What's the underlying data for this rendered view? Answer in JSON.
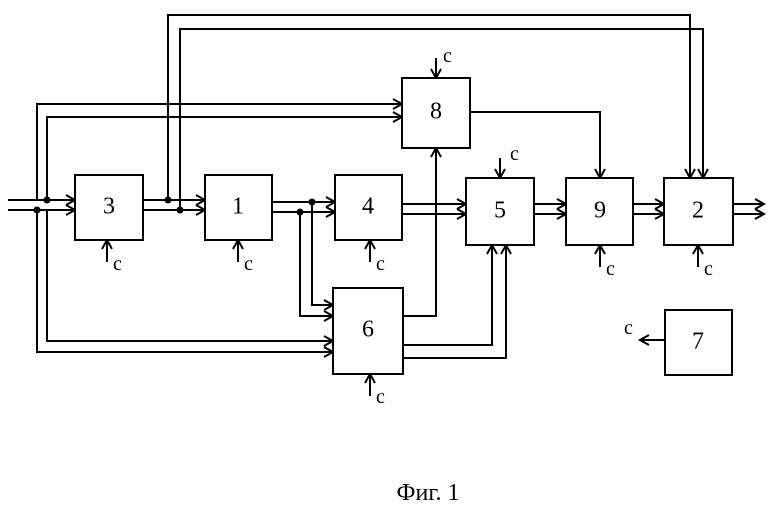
{
  "blocks": [
    {
      "id": "b3",
      "label": "3"
    },
    {
      "id": "b1",
      "label": "1"
    },
    {
      "id": "b4",
      "label": "4"
    },
    {
      "id": "b8",
      "label": "8"
    },
    {
      "id": "b6",
      "label": "6"
    },
    {
      "id": "b5",
      "label": "5"
    },
    {
      "id": "b9",
      "label": "9"
    },
    {
      "id": "b2",
      "label": "2"
    },
    {
      "id": "b7",
      "label": "7"
    }
  ],
  "clock_label": "c",
  "caption": "Фиг. 1"
}
